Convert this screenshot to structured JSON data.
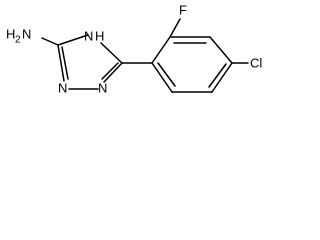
{
  "molecule": {
    "labels": {
      "amine": "H",
      "amine_sub": "2",
      "amine_n": "N",
      "nh_n": "N",
      "nh_h": "H",
      "ring_n1": "N",
      "ring_n2": "N",
      "fluoro": "F",
      "chloro": "Cl"
    }
  }
}
